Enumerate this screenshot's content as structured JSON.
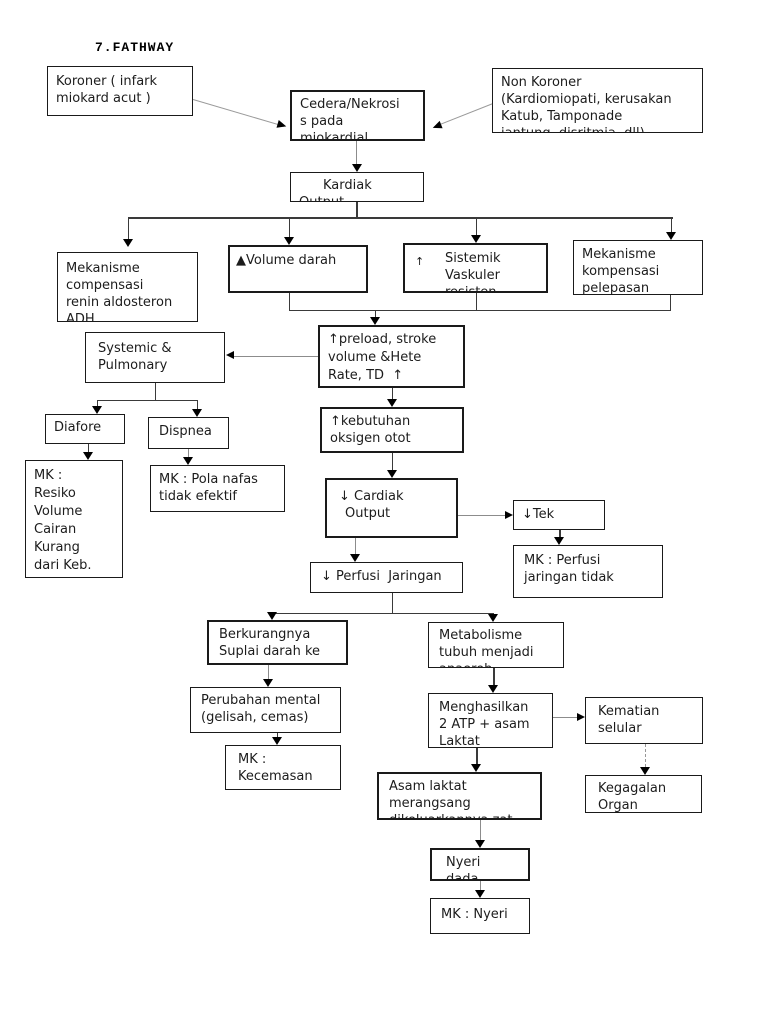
{
  "title": "7.FATHWAY",
  "nodes": {
    "koroner": {
      "lines": [
        "Koroner ( infark",
        "miokard acut )"
      ]
    },
    "cedera": {
      "lines": [
        "Cedera/Nekrosi",
        "s pada",
        "miokardial"
      ]
    },
    "non_koroner": {
      "lines": [
        "Non Koroner",
        "(Kardiomiopati, kerusakan",
        "Katub, Tamponade",
        "jantung, disritmia, dll)"
      ]
    },
    "kardiak": {
      "lines": [
        "Kardiak",
        "Output"
      ]
    },
    "mekanisme_compensasi": {
      "lines": [
        "Mekanisme",
        "compensasi",
        "renin aldosteron",
        "ADH"
      ]
    },
    "volume_darah": {
      "lines": [
        "▲Volume darah"
      ]
    },
    "sistemik_vaskuler": {
      "glyph": "↑",
      "lines": [
        "Sistemik",
        "Vaskuler",
        "resisten"
      ]
    },
    "mekanisme_kompensasi": {
      "lines": [
        "Mekanisme",
        "kompensasi",
        "pelepasan"
      ]
    },
    "preload": {
      "lines": [
        "↑preload, stroke",
        "volume &Hete",
        "Rate, TD  ↑"
      ]
    },
    "systemic_pulmonary": {
      "lines": [
        "Systemic &",
        "Pulmonary"
      ]
    },
    "diafore": {
      "lines": [
        "Diafore"
      ]
    },
    "dispnea": {
      "lines": [
        "Dispnea"
      ]
    },
    "mk_resiko": {
      "lines": [
        "MK :",
        "Resiko",
        "Volume",
        "Cairan",
        "Kurang",
        "dari Keb."
      ]
    },
    "mk_pola_nafas": {
      "lines": [
        "MK : Pola nafas",
        "tidak efektif"
      ]
    },
    "kebutuhan_oksigen": {
      "lines": [
        "↑kebutuhan",
        "oksigen otot"
      ]
    },
    "cardiak_output": {
      "lines": [
        "↓ Cardiak",
        "Output"
      ]
    },
    "tek": {
      "lines": [
        "↓Tek"
      ]
    },
    "mk_perfusi": {
      "lines": [
        "MK : Perfusi",
        "jaringan tidak"
      ]
    },
    "perfusi_jaringan": {
      "lines": [
        "↓ Perfusi  Jaringan"
      ]
    },
    "berkurangnya": {
      "lines": [
        "Berkurangnya",
        "Suplai darah ke"
      ]
    },
    "metabolisme": {
      "lines": [
        "Metabolisme",
        "tubuh menjadi",
        "anaerob"
      ]
    },
    "perubahan_mental": {
      "lines": [
        "Perubahan mental",
        "(gelisah, cemas)"
      ]
    },
    "menghasilkan": {
      "lines": [
        "Menghasilkan",
        "2 ATP + asam",
        "Laktat"
      ]
    },
    "kematian_selular": {
      "lines": [
        "Kematian",
        "selular"
      ]
    },
    "mk_kecemasan": {
      "lines": [
        "MK :",
        "Kecemasan"
      ]
    },
    "asam_laktat": {
      "lines": [
        "Asam laktat",
        "merangsang",
        "dikeluarkannya zat"
      ]
    },
    "kegagalan_organ": {
      "lines": [
        "Kegagalan",
        "Organ"
      ]
    },
    "nyeri_dada": {
      "lines": [
        "Nyeri",
        "dada"
      ]
    },
    "mk_nyeri": {
      "lines": [
        "MK : Nyeri"
      ]
    }
  }
}
